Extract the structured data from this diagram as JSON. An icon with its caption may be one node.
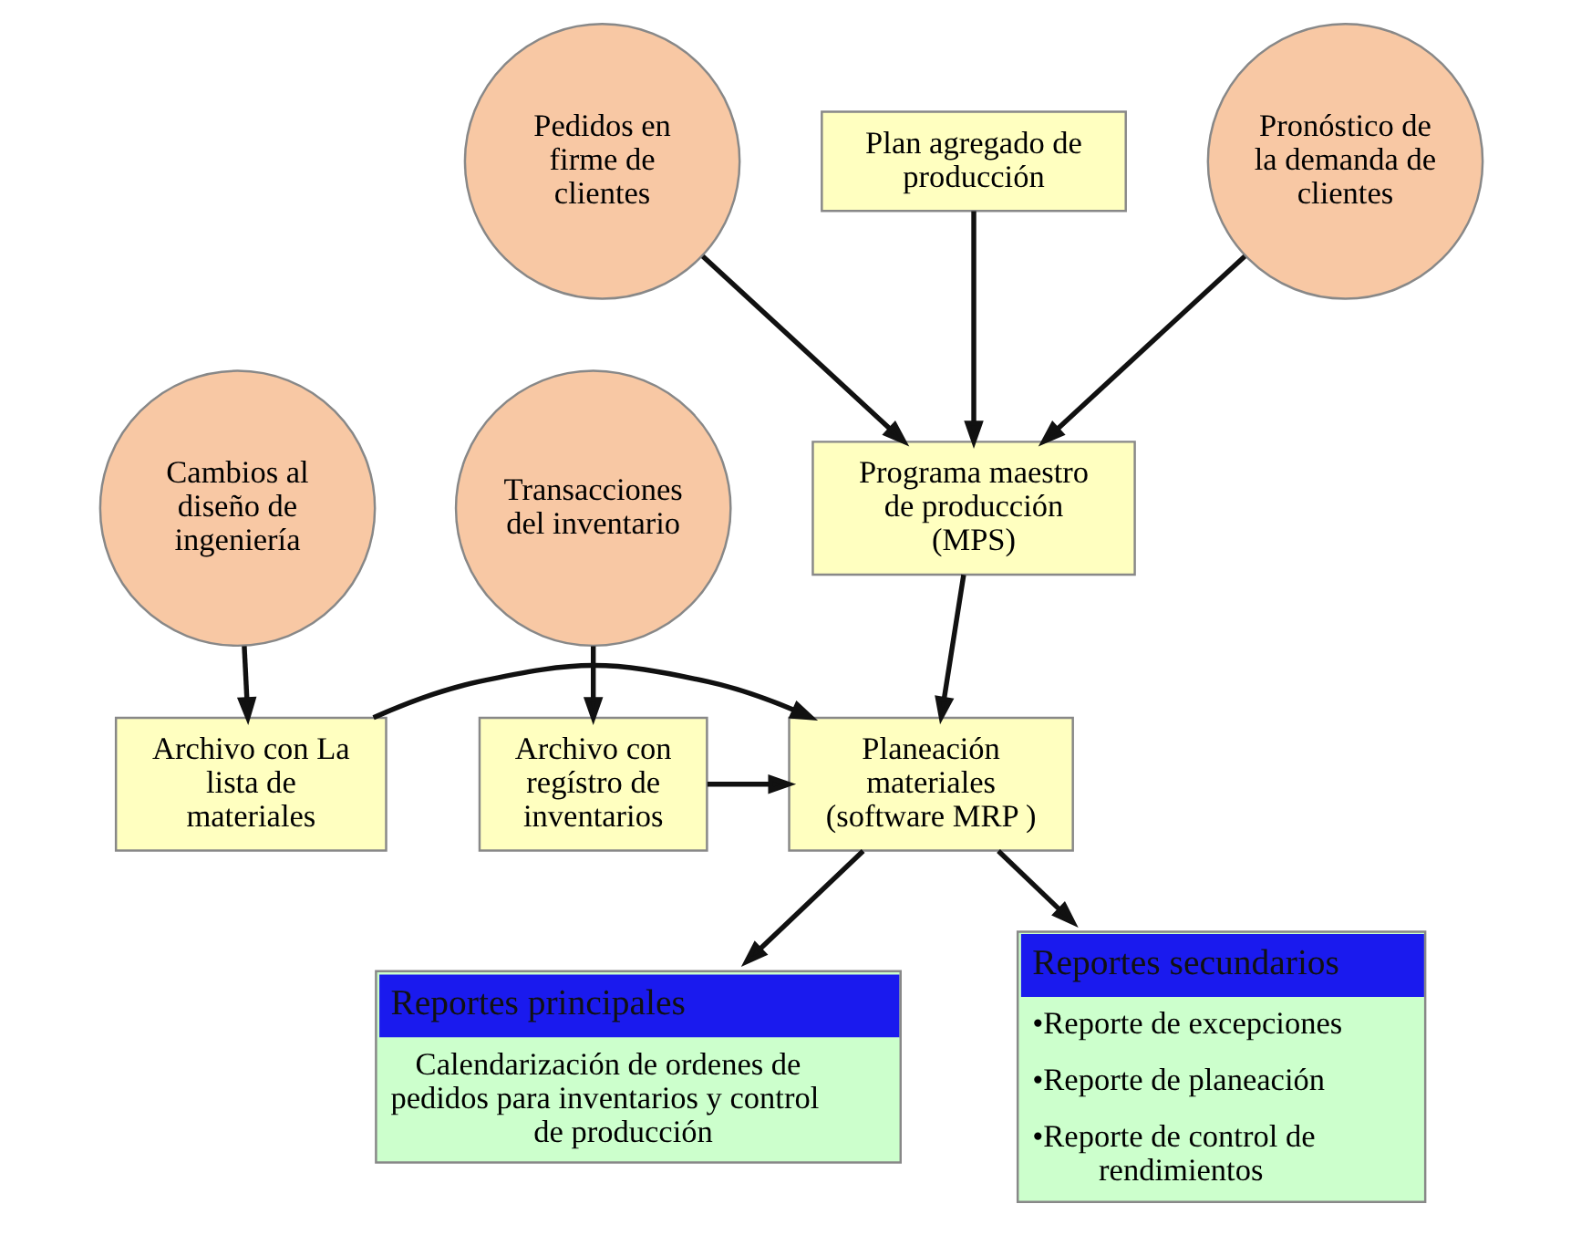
{
  "diagram": {
    "nodes": [
      {
        "text": [
          "Pedidos en firme de clientes"
        ]
      },
      {
        "text": [
          "Plan agregado de producción"
        ]
      },
      {
        "text": [
          "Pronóstico de la demanda de clientes"
        ]
      },
      {
        "text": [
          "Cambios al diseño de ingeniería"
        ]
      },
      {
        "text": [
          "Programa maestro de producción (MPS)"
        ]
      },
      {
        "text": [
          "Transacciones del inventario"
        ]
      },
      {
        "text": [
          "Archivo con La lista de materiales"
        ]
      },
      {
        "text": [
          "Planeación materiales (software MRP )"
        ]
      },
      {
        "text": [
          "Archivo con regístro de inventarios"
        ]
      },
      {
        "text": [
          "Reportes principales",
          "Calendarización de ordenes de pedidos para inventarios y control de producción"
        ]
      },
      {
        "text": [
          "Reportes secundarios",
          "•Reporte de excepciones",
          "•Reporte de planeación",
          "•Reporte de control de rendimientos"
        ]
      }
    ],
    "edges": [
      {
        "from": 0,
        "to": 4,
        "arrow": "to"
      },
      {
        "from": 1,
        "to": 4,
        "arrow": "to"
      },
      {
        "from": 2,
        "to": 4,
        "arrow": "to"
      },
      {
        "from": 4,
        "to": 7,
        "arrow": "to"
      },
      {
        "from": 3,
        "to": 6,
        "arrow": "to"
      },
      {
        "from": 5,
        "to": 8,
        "arrow": "to"
      },
      {
        "from": 6,
        "to": 7,
        "arrow": "to"
      },
      {
        "from": 8,
        "to": 7,
        "arrow": "to"
      },
      {
        "from": 7,
        "to": 9,
        "arrow": "to"
      },
      {
        "from": 7,
        "to": 10,
        "arrow": "to"
      }
    ]
  }
}
